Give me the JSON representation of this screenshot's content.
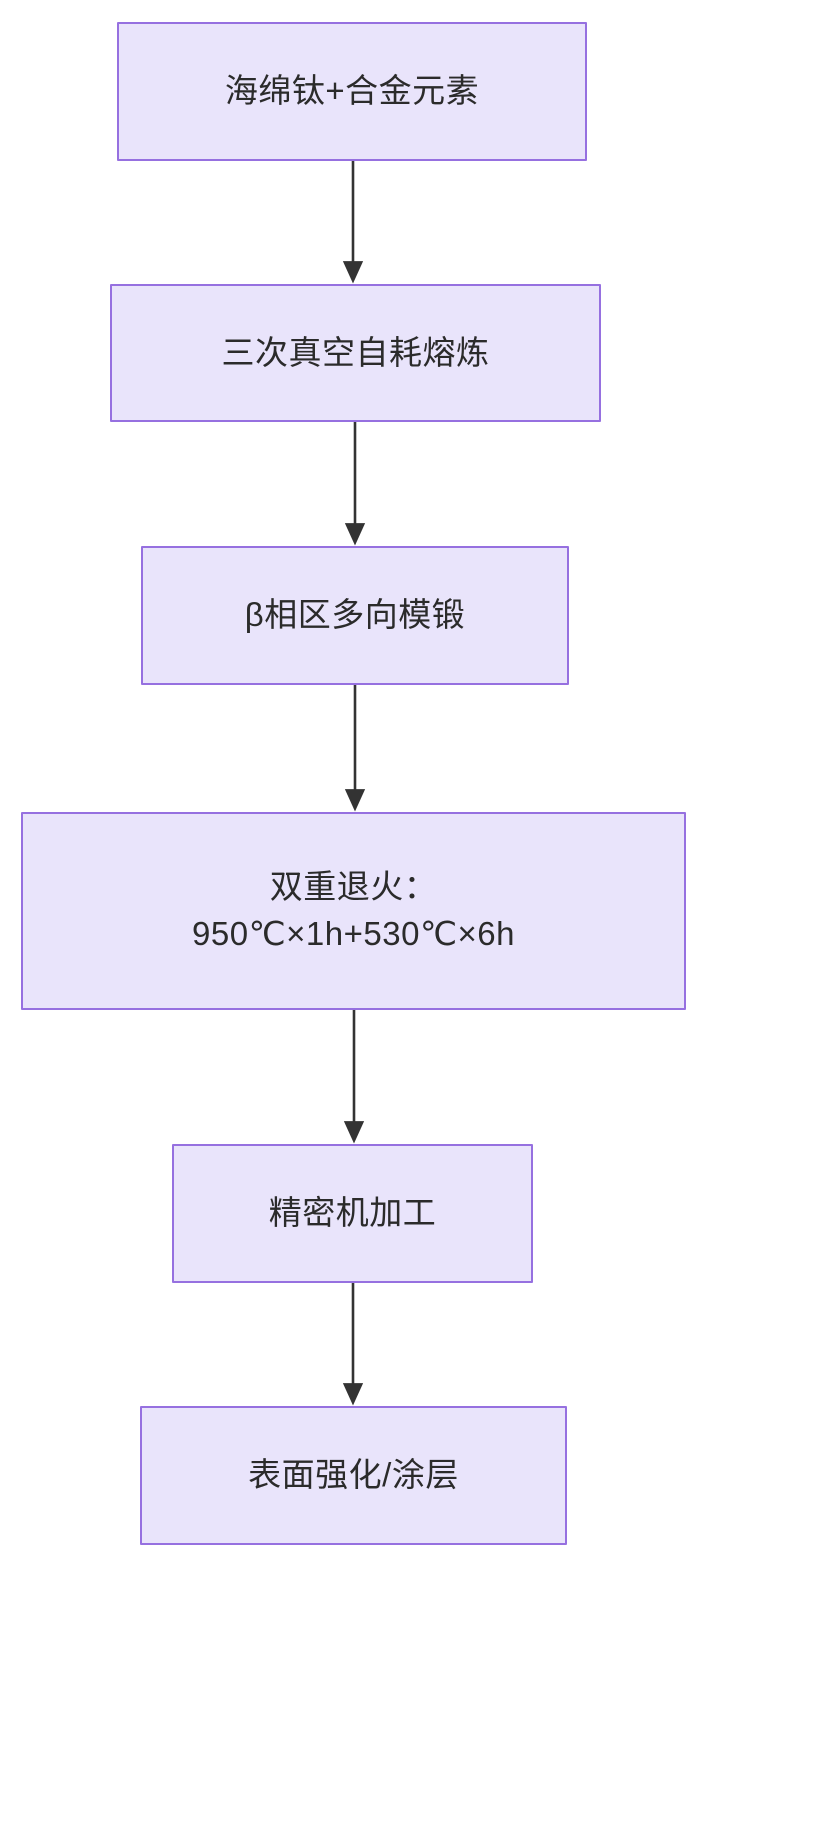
{
  "diagram": {
    "type": "flowchart",
    "orientation": "top-to-bottom",
    "background_color": "#FFFFFF",
    "node_fill_color": "#E9E4FB",
    "node_border_color": "#9670E0",
    "node_text_color": "#2B2B2B",
    "connector_color": "#333333",
    "nodes": [
      {
        "id": "n1",
        "label": "海绵钛+合金元素",
        "lines": [
          "海绵钛+合金元素"
        ]
      },
      {
        "id": "n2",
        "label": "三次真空自耗熔炼",
        "lines": [
          "三次真空自耗熔炼"
        ]
      },
      {
        "id": "n3",
        "label": "β相区多向模锻",
        "lines": [
          "β相区多向模锻"
        ]
      },
      {
        "id": "n4",
        "label": "双重退火：950℃×1h+530℃×6h",
        "lines": [
          "双重退火：",
          "950℃×1h+530℃×6h"
        ]
      },
      {
        "id": "n5",
        "label": "精密机加工",
        "lines": [
          "精密机加工"
        ]
      },
      {
        "id": "n6",
        "label": "表面强化/涂层",
        "lines": [
          "表面强化/涂层"
        ]
      }
    ],
    "edges": [
      {
        "from": "n1",
        "to": "n2",
        "label": ""
      },
      {
        "from": "n2",
        "to": "n3",
        "label": ""
      },
      {
        "from": "n3",
        "to": "n4",
        "label": ""
      },
      {
        "from": "n4",
        "to": "n5",
        "label": ""
      },
      {
        "from": "n5",
        "to": "n6",
        "label": ""
      }
    ]
  }
}
